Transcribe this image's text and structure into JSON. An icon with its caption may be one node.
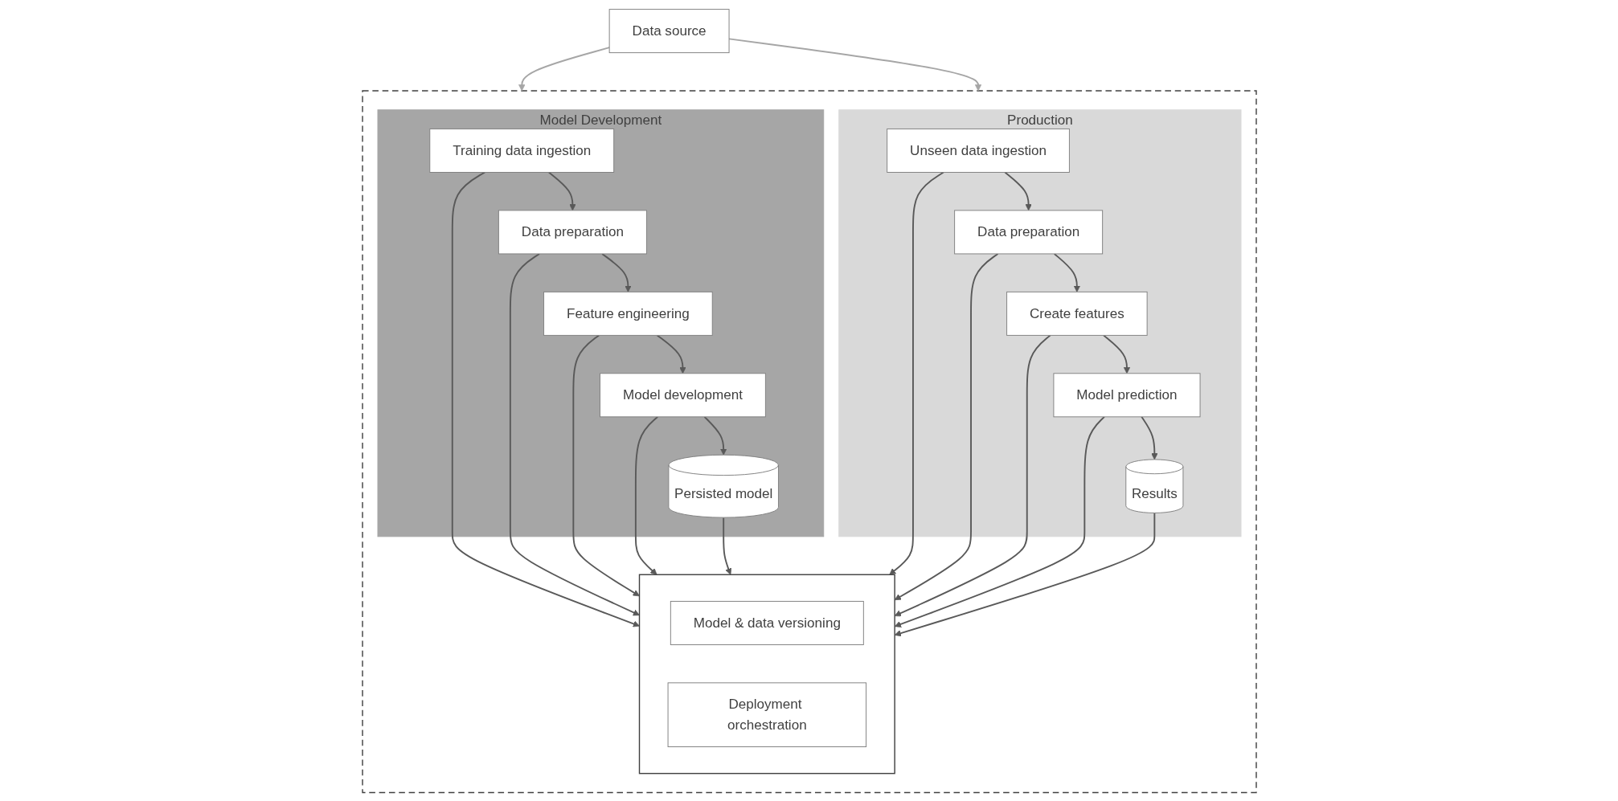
{
  "diagram": {
    "nodes": [
      {
        "text": [
          "Data source"
        ]
      },
      {
        "text": [],
        "shape": "box"
      },
      {
        "text": [
          "Model Development"
        ],
        "in": 1
      },
      {
        "text": [
          "Training data ingestion"
        ],
        "in": 2
      },
      {
        "text": [
          "Data preparation"
        ],
        "in": 2
      },
      {
        "text": [
          "Feature engineering"
        ],
        "in": 2
      },
      {
        "text": [
          "Model development"
        ],
        "in": 2
      },
      {
        "text": [
          "Persisted model"
        ],
        "in": 2
      },
      {
        "text": [],
        "shape": "box",
        "in": 1
      },
      {
        "text": [
          "Model & data versioning"
        ],
        "in": 8
      },
      {
        "text": [
          "Deployment orchestration"
        ],
        "in": 8
      },
      {
        "text": [
          "Production"
        ],
        "in": 1
      },
      {
        "text": [
          "Unseen data ingestion"
        ],
        "in": 11
      },
      {
        "text": [
          "Data preparation"
        ],
        "in": 11
      },
      {
        "text": [
          "Create features"
        ],
        "in": 11
      },
      {
        "text": [
          "Model prediction"
        ],
        "in": 11
      },
      {
        "text": [
          "Results"
        ],
        "in": 11
      }
    ],
    "edges": [
      {
        "from": 0,
        "to": 2,
        "arrow": "to",
        "color": "#a6a6a6"
      },
      {
        "from": 0,
        "to": 11,
        "arrow": "to",
        "color": "#a6a6a6"
      },
      {
        "from": 3,
        "to": 4,
        "arrow": "to"
      },
      {
        "from": 4,
        "to": 5,
        "arrow": "to"
      },
      {
        "from": 5,
        "to": 6,
        "arrow": "to"
      },
      {
        "from": 6,
        "to": 7,
        "arrow": "to"
      },
      {
        "from": 3,
        "to": 8,
        "arrow": "to"
      },
      {
        "from": 4,
        "to": 8,
        "arrow": "to"
      },
      {
        "from": 5,
        "to": 8,
        "arrow": "to"
      },
      {
        "from": 6,
        "to": 8,
        "arrow": "to"
      },
      {
        "from": 7,
        "to": 8,
        "arrow": "to"
      },
      {
        "from": 12,
        "to": 8,
        "arrow": "to"
      },
      {
        "from": 13,
        "to": 8,
        "arrow": "to"
      },
      {
        "from": 14,
        "to": 8,
        "arrow": "to"
      },
      {
        "from": 15,
        "to": 8,
        "arrow": "to"
      },
      {
        "from": 16,
        "to": 8,
        "arrow": "to"
      },
      {
        "from": 12,
        "to": 13,
        "arrow": "to"
      },
      {
        "from": 13,
        "to": 14,
        "arrow": "to"
      },
      {
        "from": 14,
        "to": 15,
        "arrow": "to"
      },
      {
        "from": 15,
        "to": 16,
        "arrow": "to"
      }
    ]
  }
}
